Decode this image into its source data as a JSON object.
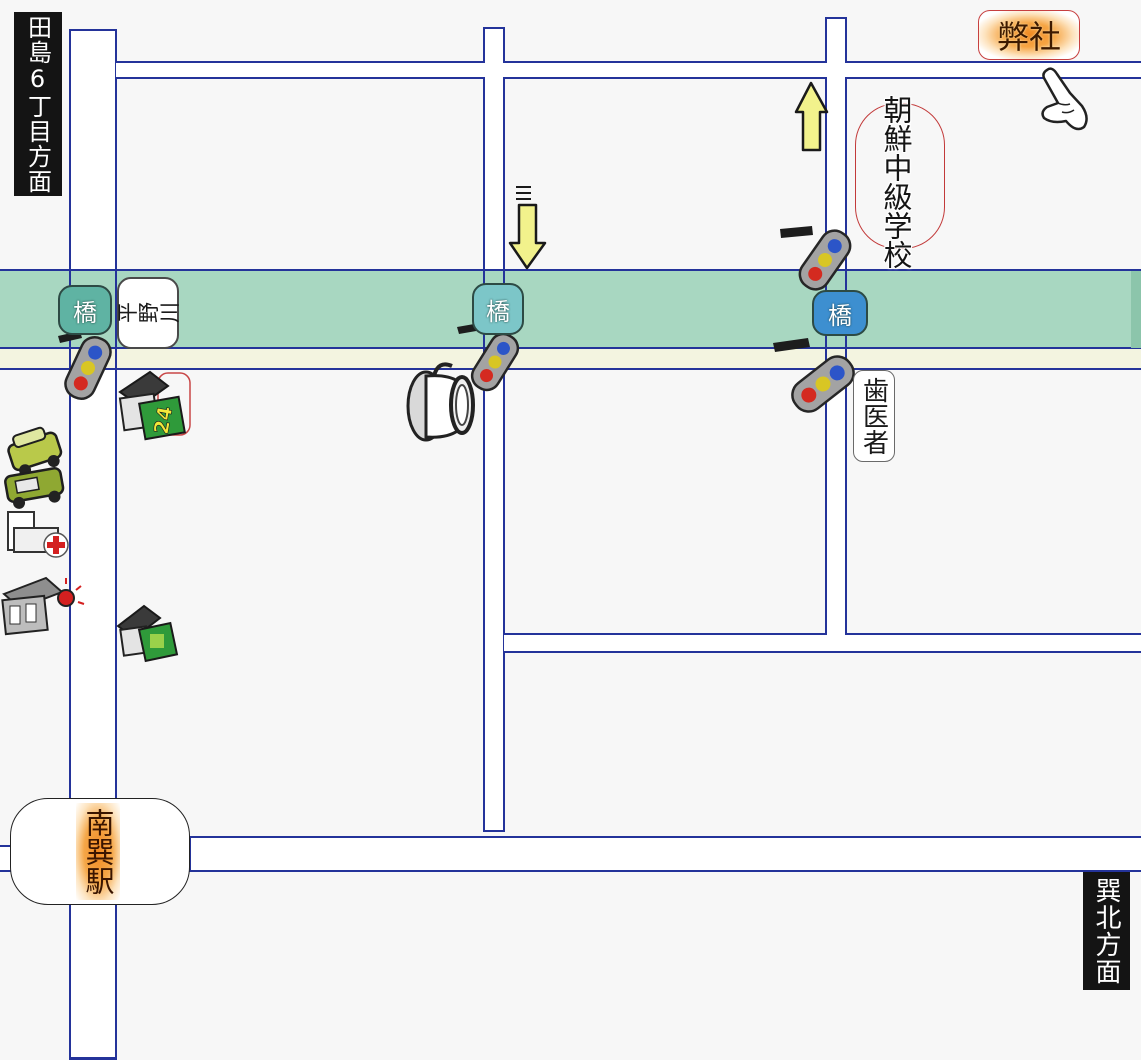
{
  "labels": {
    "tajima_direction": "田島6丁目方面",
    "tatsumikita_direction": "巽北方面",
    "school": "朝鮮中級学校",
    "station": "南巽駅",
    "company": "弊社",
    "river": "平野川",
    "dentist": "歯医者",
    "bridge_west": "橋",
    "bridge_center": "橋",
    "bridge_east": "橋",
    "convenience_store_sign": "24"
  },
  "icons": [
    "traffic-light-icon",
    "coffee-cup-icon",
    "car-icon",
    "hospital-icon",
    "fire-station-icon",
    "convenience-store-icon",
    "pointing-hand-icon",
    "arrow-up-icon",
    "arrow-down-icon"
  ],
  "colors": {
    "background": "#f7f7f7",
    "road_outline": "#24339a",
    "road_surface": "#ffffff",
    "river": "#a8d7c1",
    "riverside_strip": "#f3f4e0",
    "direction_box": "#141414",
    "arrow": "#f2f28c",
    "school_frame": "#c23a3a",
    "company_glow": "#f28a22",
    "bridge_west": "#5fb3a3",
    "bridge_center": "#7cc6c8",
    "bridge_east": "#3d8fd0"
  }
}
